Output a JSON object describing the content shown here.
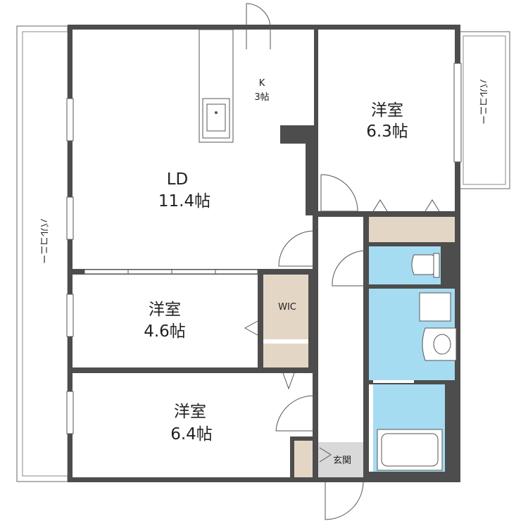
{
  "rooms": {
    "ld": {
      "name": "LD",
      "size": "11.4帖"
    },
    "kitchen": {
      "name": "K",
      "size": "3帖"
    },
    "western_ne": {
      "name": "洋室",
      "size": "6.3帖"
    },
    "western_mid": {
      "name": "洋室",
      "size": "4.6帖"
    },
    "western_sw": {
      "name": "洋室",
      "size": "6.4帖"
    },
    "wic": {
      "name": "WIC"
    },
    "entrance": {
      "name": "玄関"
    }
  },
  "balconies": {
    "west": "バルコニー",
    "east": "バルコニー"
  },
  "colors": {
    "wall": "#4d4d4d",
    "storage": "#e4d6c5",
    "wet_area": "#a6dcf2",
    "entrance_floor": "#d9d9d9"
  }
}
